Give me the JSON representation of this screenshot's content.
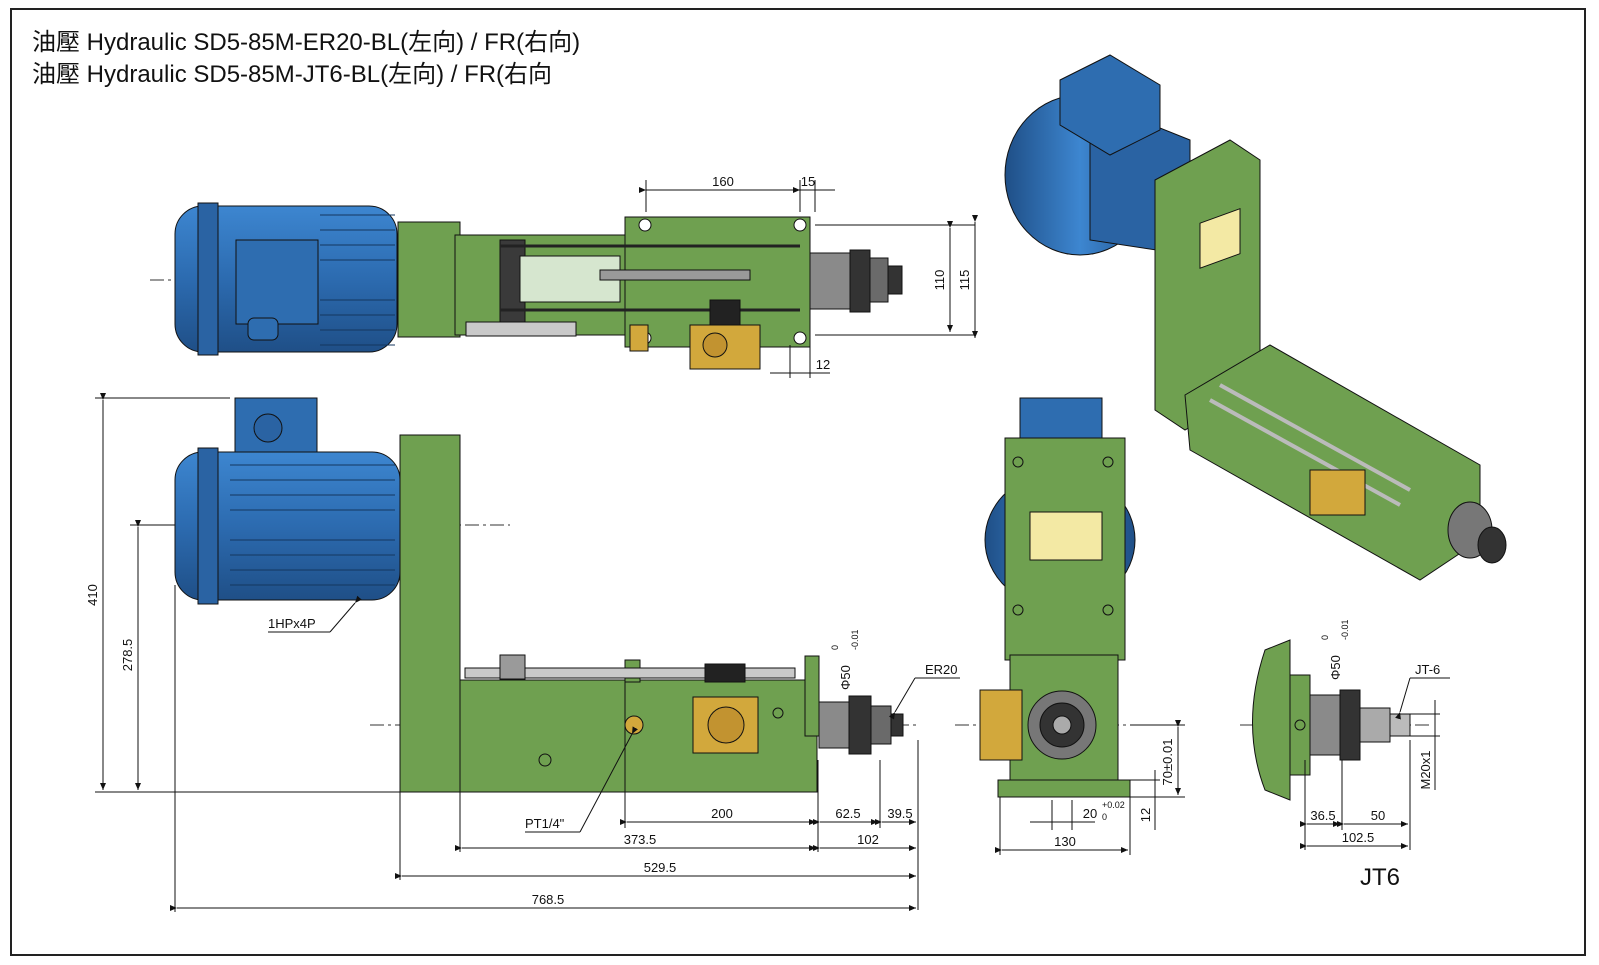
{
  "title_lines": [
    "油壓 Hydraulic SD5-85M-ER20-BL(左向) / FR(右向)",
    "油壓 Hydraulic SD5-85M-JT6-BL(左向) / FR(右向"
  ],
  "colors": {
    "motor_blue": "#2f6fb3",
    "body_green": "#6fa050",
    "brass": "#d2a83c",
    "line": "#1a1a1a"
  },
  "dimensions": {
    "top_view": {
      "d160": "160",
      "d15": "15",
      "d110": "110",
      "d115": "115",
      "d12": "12"
    },
    "front_view": {
      "d410": "410",
      "d278_5": "278.5",
      "motor_label": "1HPx4P",
      "dia50": "Φ50",
      "dia50_tol_up": "0",
      "dia50_tol_low": "-0.01",
      "er20": "ER20",
      "pt": "PT1/4\"",
      "d200": "200",
      "d62_5": "62.5",
      "d39_5": "39.5",
      "d373_5": "373.5",
      "d102": "102",
      "d529_5": "529.5",
      "d768_5": "768.5"
    },
    "side_view": {
      "d70": "70±0.01",
      "d20": "20",
      "d20_tol_up": "+0.02",
      "d20_tol_low": "0",
      "d12": "12",
      "d130": "130"
    },
    "jt6_view": {
      "dia50": "Φ50",
      "dia50_tol_up": "0",
      "dia50_tol_low": "-0.01",
      "jt6": "JT-6",
      "m20": "M20x1",
      "d36_5": "36.5",
      "d50": "50",
      "d102_5": "102.5",
      "caption": "JT6"
    }
  }
}
